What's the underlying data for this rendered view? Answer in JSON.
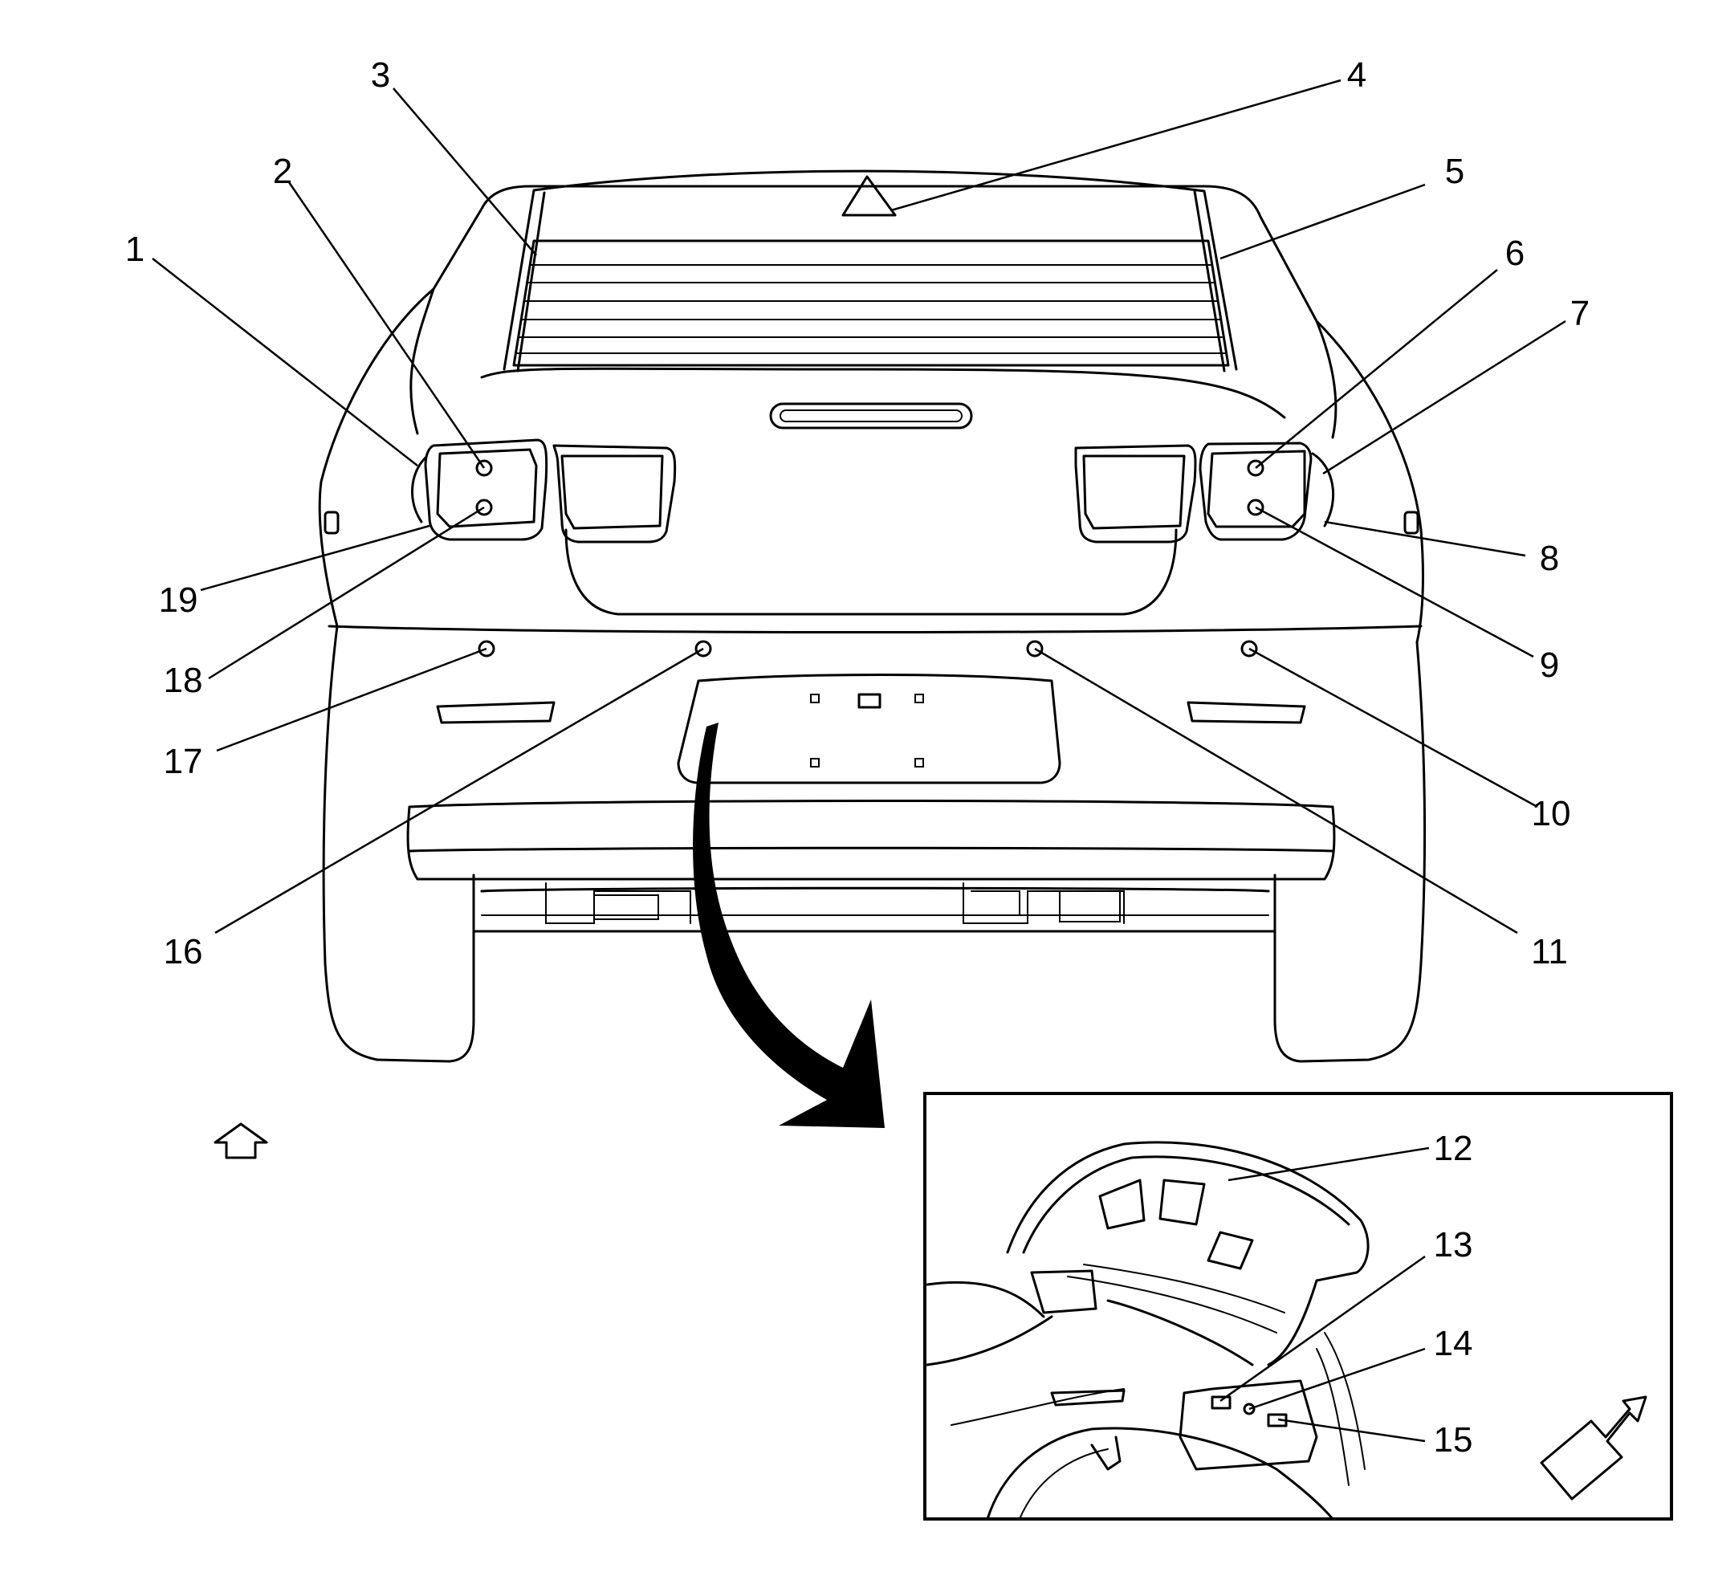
{
  "callouts": [
    "1",
    "2",
    "3",
    "4",
    "5",
    "6",
    "7",
    "8",
    "9",
    "10",
    "11",
    "12",
    "13",
    "14",
    "15",
    "16",
    "17",
    "18",
    "19"
  ],
  "icons": {
    "view_direction_main": "up-arrow-icon",
    "view_direction_inset": "down-left-arrow-icon",
    "transition": "curved-arrow-icon"
  }
}
